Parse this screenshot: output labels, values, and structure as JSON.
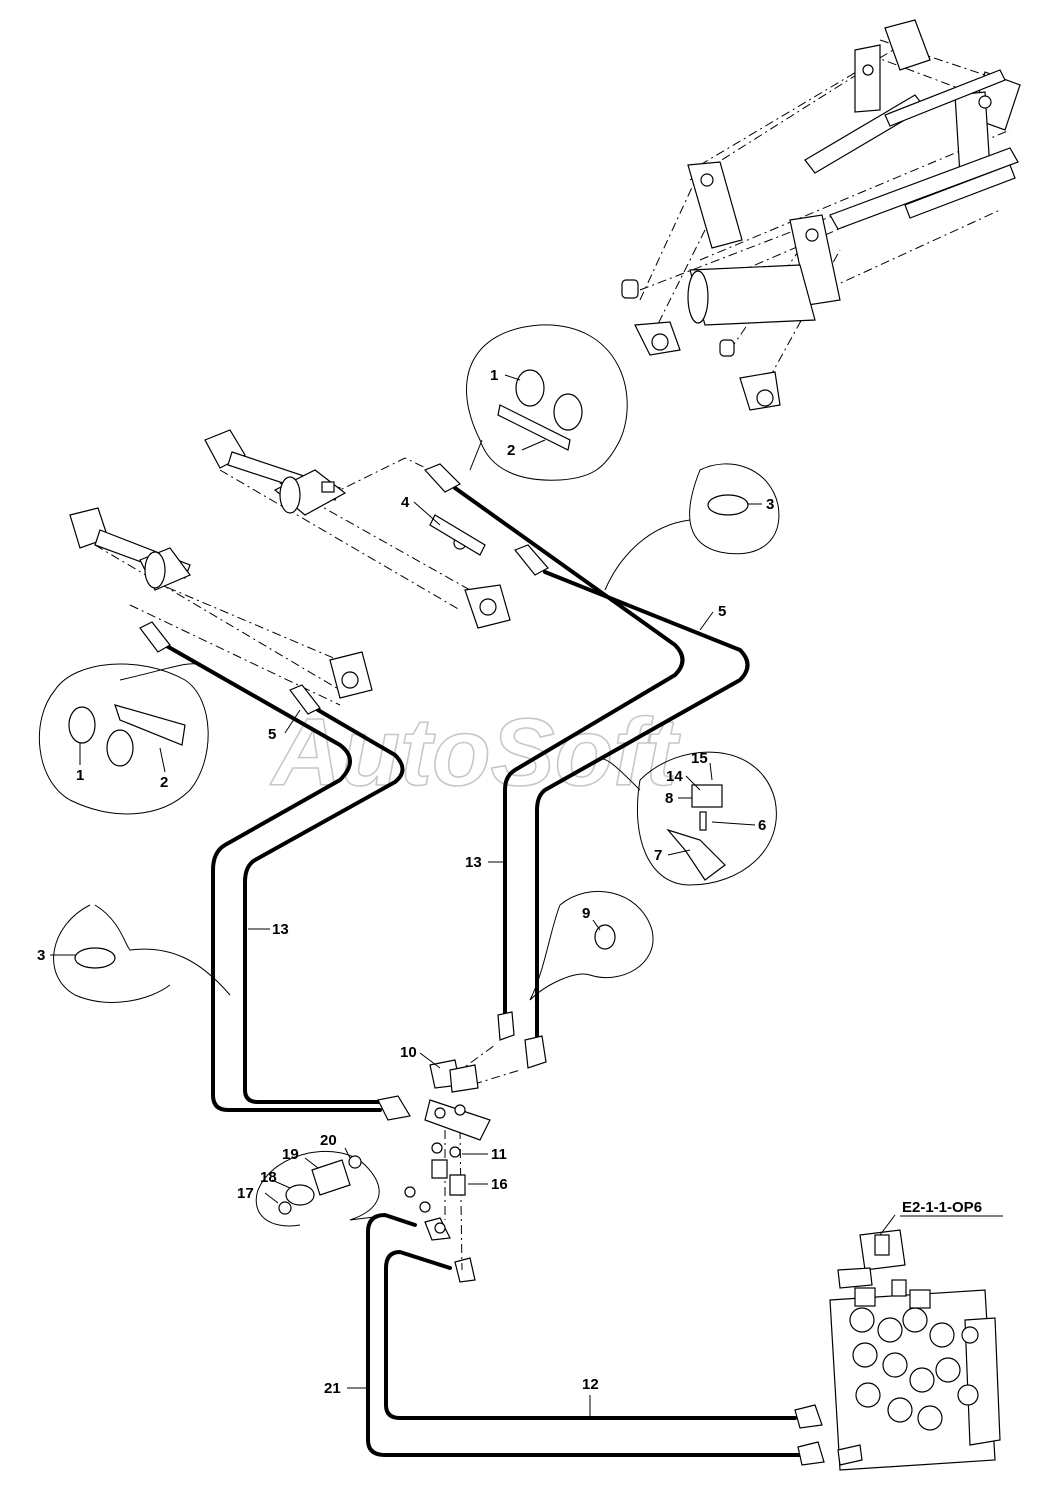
{
  "diagram": {
    "reference_code": "E2-1-1-OP6",
    "watermark": "AutoSoft",
    "callouts": [
      {
        "id": "c1a",
        "number": "1"
      },
      {
        "id": "c2a",
        "number": "2"
      },
      {
        "id": "c3a",
        "number": "3"
      },
      {
        "id": "c4",
        "number": "4"
      },
      {
        "id": "c5a",
        "number": "5"
      },
      {
        "id": "c1b",
        "number": "1"
      },
      {
        "id": "c2b",
        "number": "2"
      },
      {
        "id": "c5b",
        "number": "5"
      },
      {
        "id": "c15",
        "number": "15"
      },
      {
        "id": "c14",
        "number": "14"
      },
      {
        "id": "c8",
        "number": "8"
      },
      {
        "id": "c6",
        "number": "6"
      },
      {
        "id": "c7",
        "number": "7"
      },
      {
        "id": "c13a",
        "number": "13"
      },
      {
        "id": "c13b",
        "number": "13"
      },
      {
        "id": "c3b",
        "number": "3"
      },
      {
        "id": "c9",
        "number": "9"
      },
      {
        "id": "c10",
        "number": "10"
      },
      {
        "id": "c20",
        "number": "20"
      },
      {
        "id": "c19",
        "number": "19"
      },
      {
        "id": "c18",
        "number": "18"
      },
      {
        "id": "c17",
        "number": "17"
      },
      {
        "id": "c11",
        "number": "11"
      },
      {
        "id": "c16",
        "number": "16"
      },
      {
        "id": "c21",
        "number": "21"
      },
      {
        "id": "c12",
        "number": "12"
      }
    ]
  }
}
